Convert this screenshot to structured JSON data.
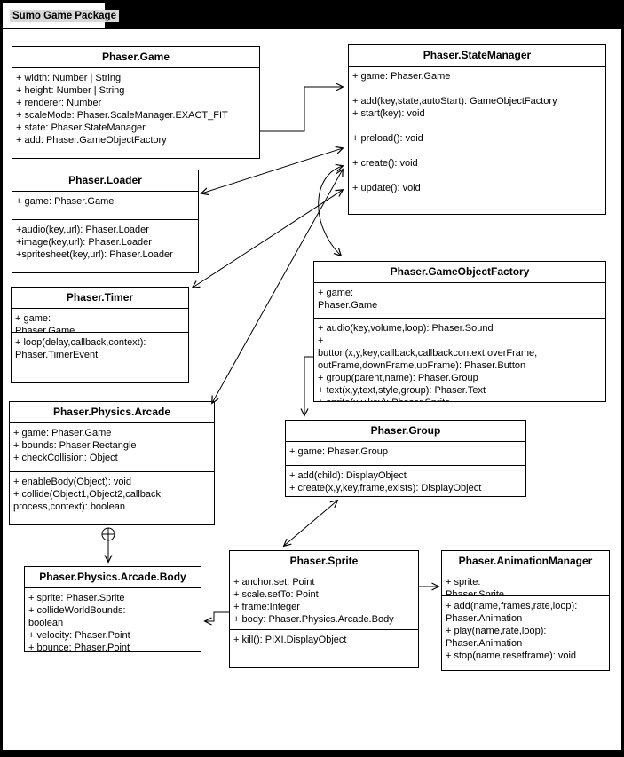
{
  "tab": {
    "title": "Sumo Game Package"
  },
  "diagram": {
    "classes": [
      {
        "id": "phaser-game",
        "title": "Phaser.Game",
        "sections": [
          [
            "+ width: Number | String",
            "+ height: Number | String",
            "+ renderer: Number",
            "+ scaleMode: Phaser.ScaleManager.EXACT_FIT",
            "+ state: Phaser.StateManager",
            "+ add: Phaser.GameObjectFactory"
          ]
        ]
      },
      {
        "id": "phaser-statemanager",
        "title": "Phaser.StateManager",
        "sections": [
          [
            "+ game: Phaser.Game"
          ],
          [
            "+ add(key,state,autoStart): GameObjectFactory",
            "+ start(key): void",
            "",
            "+ preload(): void",
            "",
            "+ create(): void",
            "",
            "+ update(): void"
          ]
        ]
      },
      {
        "id": "phaser-loader",
        "title": "Phaser.Loader",
        "sections": [
          [
            "+ game: Phaser.Game"
          ],
          [
            "+audio(key,url): Phaser.Loader",
            "+image(key,url): Phaser.Loader",
            "+spritesheet(key,url): Phaser.Loader"
          ]
        ]
      },
      {
        "id": "phaser-timer",
        "title": "Phaser.Timer",
        "sections": [
          [
            "+ game:",
            "Phaser.Game"
          ],
          [
            "+ loop(delay,callback,context):",
            "Phaser.TimerEvent"
          ]
        ]
      },
      {
        "id": "phaser-gameobjectfactory",
        "title": "Phaser.GameObjectFactory",
        "sections": [
          [
            "+ game:",
            "Phaser.Game"
          ],
          [
            "+ audio(key,volume,loop): Phaser.Sound",
            "+",
            "button(x,y,key,callback,callbackcontext,overFrame,",
            "outFrame,downFrame,upFrame): Phaser.Button",
            "+ group(parent,name): Phaser.Group",
            "+ text(x,y,text,style,group): Phaser.Text",
            "+ sprite(x,y,key): Phaser.Sprite"
          ]
        ]
      },
      {
        "id": "phaser-group",
        "title": "Phaser.Group",
        "sections": [
          [
            "+ game: Phaser.Group"
          ],
          [
            "+ add(child): DisplayObject",
            "+ create(x,y,key,frame,exists): DisplayObject"
          ]
        ]
      },
      {
        "id": "phaser-physics-arcade",
        "title": "Phaser.Physics.Arcade",
        "sections": [
          [
            "+ game: Phaser.Game",
            "+ bounds: Phaser.Rectangle",
            "+ checkCollision: Object"
          ],
          [
            "+ enableBody(Object): void",
            "+ collide(Object1,Object2,callback,",
            "process,context): boolean"
          ]
        ]
      },
      {
        "id": "phaser-physics-arcade-body",
        "title": "Phaser.Physics.Arcade.Body",
        "sections": [
          [
            "+ sprite: Phaser.Sprite",
            "+ collideWorldBounds:",
            "boolean",
            "+ velocity: Phaser.Point",
            "+ bounce: Phaser.Point"
          ]
        ]
      },
      {
        "id": "phaser-sprite",
        "title": "Phaser.Sprite",
        "sections": [
          [
            "+ anchor.set: Point",
            "+ scale.setTo: Point",
            "+ frame:Integer",
            "+ body: Phaser.Physics.Arcade.Body"
          ],
          [
            "+ kill(): PIXI.DisplayObject"
          ]
        ]
      },
      {
        "id": "phaser-animationmanager",
        "title": "Phaser.AnimationManager",
        "sections": [
          [
            "+ sprite:",
            "Phaser.Sprite"
          ],
          [
            "+ add(name,frames,rate,loop):",
            "Phaser.Animation",
            "+ play(name,rate,loop):",
            "Phaser.Animation",
            "+ stop(name,resetframe): void"
          ]
        ]
      }
    ]
  }
}
